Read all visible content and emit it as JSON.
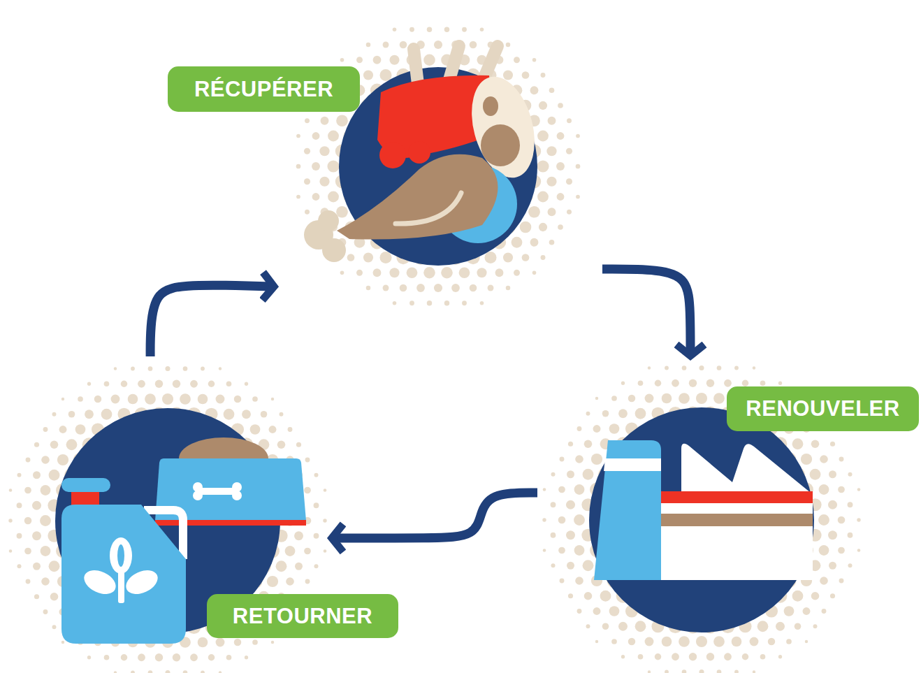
{
  "diagram": {
    "nodes": [
      {
        "text": [
          "RÉCUPÉRER"
        ]
      },
      {
        "text": [
          "RENOUVELER"
        ]
      },
      {
        "text": [
          "RETOURNER"
        ]
      }
    ],
    "edges": [
      {
        "from": 0,
        "to": 1,
        "arrow": "to"
      },
      {
        "from": 1,
        "to": 2,
        "arrow": "to"
      },
      {
        "from": 2,
        "to": 0,
        "arrow": "to"
      }
    ]
  }
}
